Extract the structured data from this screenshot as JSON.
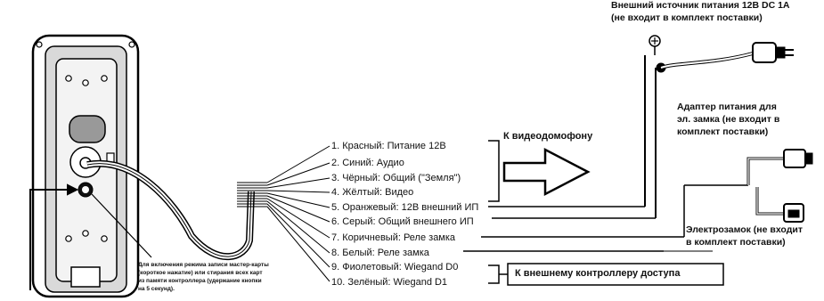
{
  "power_supply": {
    "line1": "Внешний источник питания 12В DC 1A",
    "line2": "(не входит в комплект поставки)"
  },
  "lock_adapter": {
    "line1": "Адаптер питания для",
    "line2": "эл. замка (не входит в",
    "line3": "комплект поставки)"
  },
  "lock": {
    "line1": "Электрозамок (не входит",
    "line2": "в комплект поставки)"
  },
  "intercom_label": "К видеодомофону",
  "controller_label": "К внешнему контроллеру доступа",
  "button_note": {
    "line1": "Для включения режима записи мастер-карты",
    "line2": "(короткое нажатие) или стирания всех карт",
    "line3": "из памяти контроллера (удержание кнопки",
    "line4": "на 5 секунд)."
  },
  "wires": [
    {
      "label": "1. Красный: Питание 12В"
    },
    {
      "label": "2. Синий: Аудио"
    },
    {
      "label": "3. Чёрный: Общий (\"Земля\")"
    },
    {
      "label": "4. Жёлтый: Видео"
    },
    {
      "label": "5. Оранжевый: 12В внешний ИП"
    },
    {
      "label": "6. Серый: Общий внешнего ИП"
    },
    {
      "label": "7. Коричневый: Реле замка"
    },
    {
      "label": "8. Белый: Реле замка"
    },
    {
      "label": "9. Фиолетовый: Wiegand D0"
    },
    {
      "label": "10. Зелёный: Wiegand D1"
    }
  ]
}
